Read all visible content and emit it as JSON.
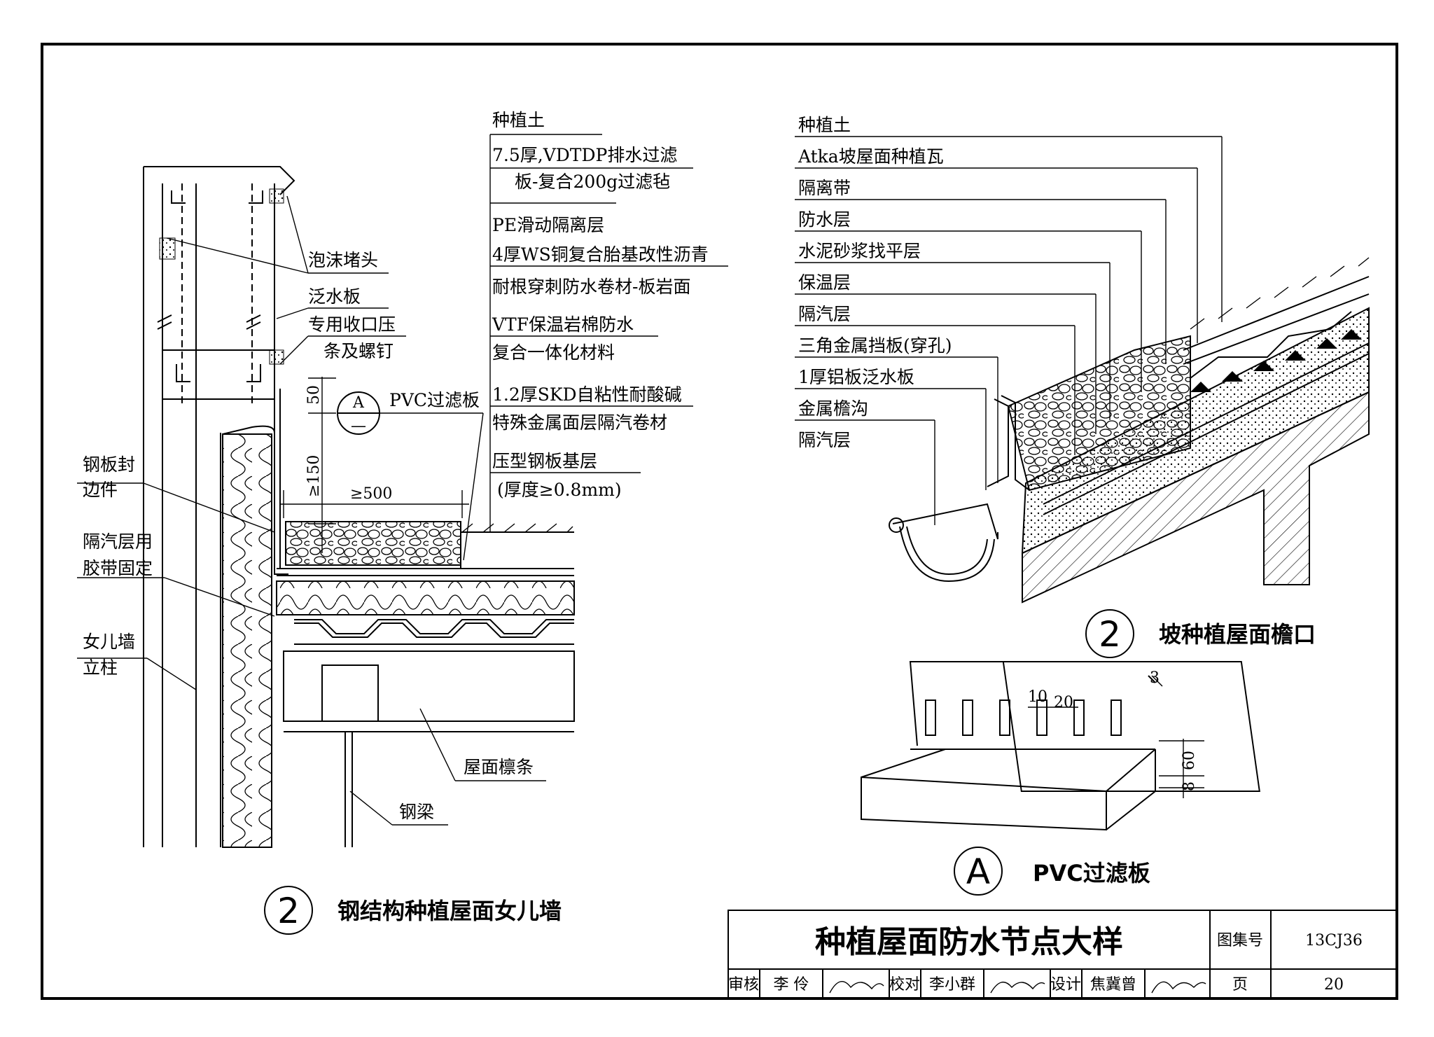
{
  "left_detail": {
    "callouts_right": [
      "种植土",
      "7.5厚,VDTDP排水过滤",
      "板-复合200g过滤毡",
      "PE滑动隔离层",
      "4厚WS铜复合胎基改性沥青",
      "耐根穿刺防水卷材-板岩面",
      "VTF保温岩棉防水",
      "复合一体化材料",
      "1.2厚SKD自粘性耐酸碱",
      "特殊金属面层隔汽卷材",
      "压型钢板基层",
      "(厚度≥0.8mm)"
    ],
    "callouts_top": [
      "泡沫堵头",
      "泛水板",
      "专用收口压",
      "条及螺钉"
    ],
    "callouts_left": [
      "钢板封",
      "边件",
      "隔汽层用",
      "胶带固定",
      "女儿墙",
      "立柱"
    ],
    "callouts_bottom": [
      "屋面檩条",
      "钢梁"
    ],
    "dims": [
      "50",
      "≥150",
      "≥500"
    ],
    "ref_mark": "A",
    "ref_label": "PVC过滤板",
    "caption_num": "2",
    "caption": "钢结构种植屋面女儿墙"
  },
  "right_detail": {
    "callouts": [
      "种植土",
      "Atka坡屋面种植瓦",
      "隔离带",
      "防水层",
      "水泥砂浆找平层",
      "保温层",
      "隔汽层",
      "三角金属挡板(穿孔)",
      "1厚铝板泛水板",
      "金属檐沟",
      "隔汽层"
    ],
    "caption_num": "2",
    "caption": "坡种植屋面檐口"
  },
  "detail_a": {
    "dims": [
      "10",
      "20",
      "3",
      "60",
      "8"
    ],
    "caption_num": "A",
    "caption": "PVC过滤板"
  },
  "title_block": {
    "title": "种植屋面防水节点大样",
    "atlas_label": "图集号",
    "atlas_no": "13CJ36",
    "page_label": "页",
    "page_no": "20",
    "review_label": "审核",
    "review_name": "李 伶",
    "check_label": "校对",
    "check_name": "李小群",
    "design_label": "设计",
    "design_name": "焦冀曾"
  }
}
